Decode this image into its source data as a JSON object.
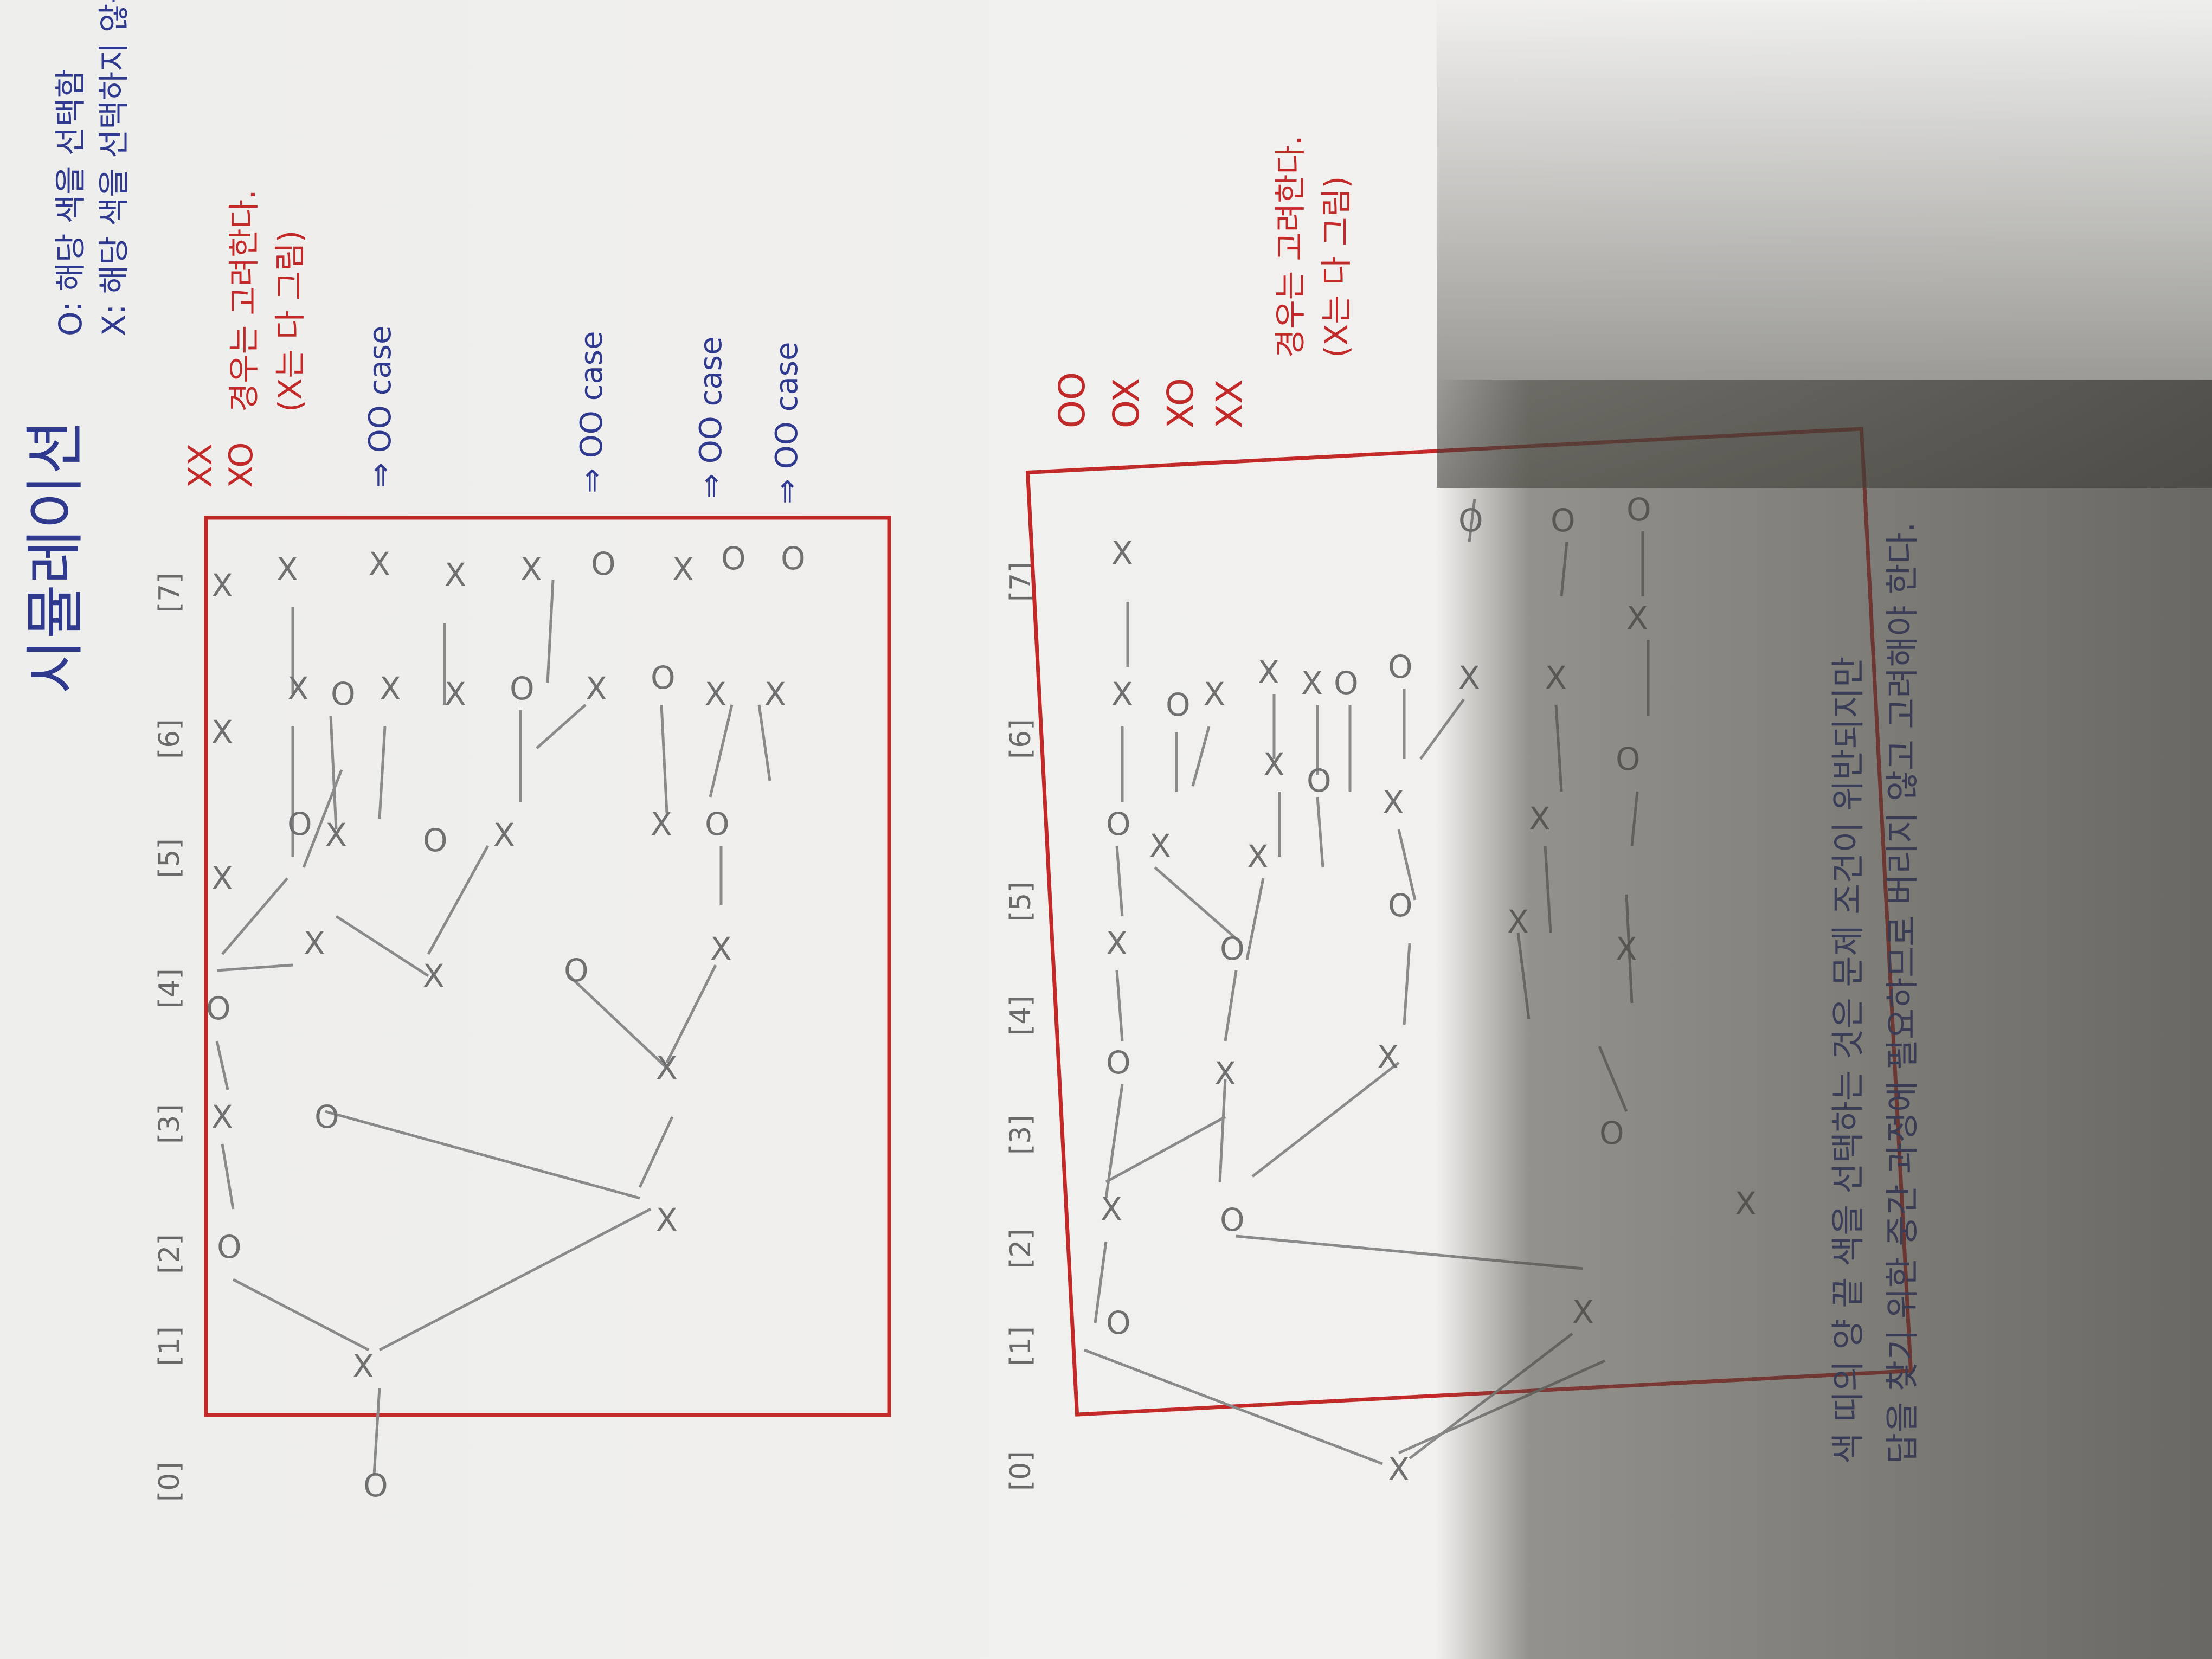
{
  "title": "시뮬레이션",
  "legend": {
    "o_line": "O: 해당 색을 선택함",
    "x_line": "X: 해당 색을 선택하지 않음"
  },
  "indices": [
    "[0]",
    "[1]",
    "[2]",
    "[3]",
    "[4]",
    "[5]",
    "[6]",
    "[7]"
  ],
  "tree1": {
    "pairs": [
      "XX",
      "XO"
    ],
    "note_line1": "경우는 고려한다.",
    "note_line2": "(X는 다 그림)",
    "cases": [
      "⇒ OO case",
      "⇒ OO case",
      "⇒ OO case",
      "⇒ OO case"
    ]
  },
  "tree2": {
    "pairs": [
      "OO",
      "OX",
      "XO",
      "XX"
    ],
    "note_line1": "경우는 고려한다.",
    "note_line2": "(X는 다 그림)"
  },
  "footer": {
    "line1": "색 띠의 양 끝 색을 선택하는 것은 문제 조건이 위반되지만",
    "line2": "답을 찾기 위한 중간 과정에 필요하므로 버리지 않고 고려해야 한다."
  },
  "colors": {
    "blue_ink": "#2f3a8f",
    "red_ink": "#c22a2a",
    "pencil": "#7a7a7a"
  }
}
